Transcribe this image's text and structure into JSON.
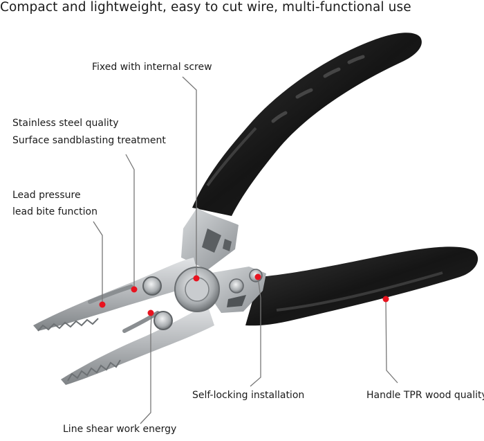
{
  "headline": "Compact and lightweight, easy to cut wire, multi-functional use",
  "callouts": {
    "screw": "Fixed with internal screw",
    "steel_line1": "Stainless steel quality",
    "steel_line2": "Surface sandblasting treatment",
    "lead_line1": "Lead pressure",
    "lead_line2": "lead bite function",
    "lock": "Self-locking installation",
    "handle": "Handle TPR wood quality",
    "shear": "Line shear work energy"
  },
  "colors": {
    "marker": "#e8131f",
    "leader": "#777777",
    "handle": "#1c1c1c",
    "steel": "#b9bcbf"
  }
}
